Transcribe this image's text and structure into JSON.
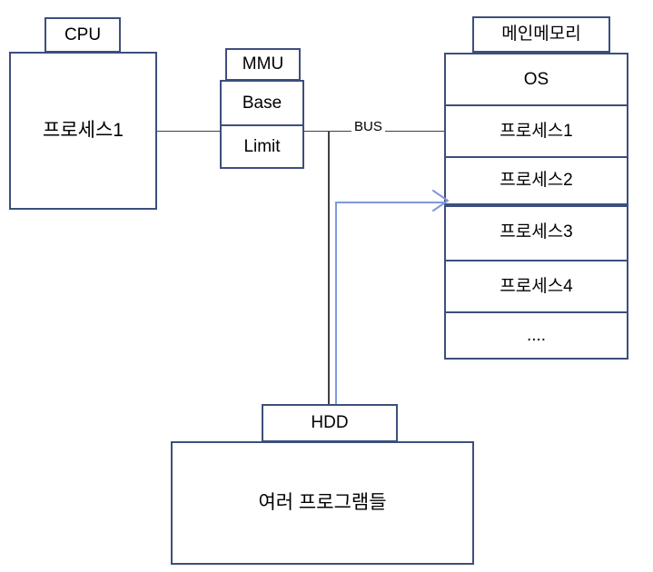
{
  "diagram": {
    "title": "Memory management diagram (CPU / MMU / Main memory / HDD)",
    "colors": {
      "box_border": "#3c4f7c",
      "box_fill": "#ffffff",
      "text": "#000000",
      "bus_line": "#404040",
      "arrow_blue": "#8098dc"
    }
  },
  "cpu": {
    "label": "CPU",
    "process_label": "프로세스1"
  },
  "mmu": {
    "label": "MMU",
    "registers": [
      {
        "name": "Base"
      },
      {
        "name": "Limit"
      }
    ]
  },
  "bus": {
    "label": "BUS"
  },
  "memory": {
    "label": "메인메모리",
    "segments": [
      {
        "name": "OS",
        "separator": "none"
      },
      {
        "name": "프로세스1",
        "separator": "single"
      },
      {
        "name": "프로세스2",
        "separator": "single"
      },
      {
        "name": "프로세스3",
        "separator": "double"
      },
      {
        "name": "프로세스4",
        "separator": "single"
      },
      {
        "name": "....",
        "separator": "single"
      }
    ]
  },
  "storage": {
    "label": "HDD",
    "contents_label": "여러 프로그램들"
  }
}
